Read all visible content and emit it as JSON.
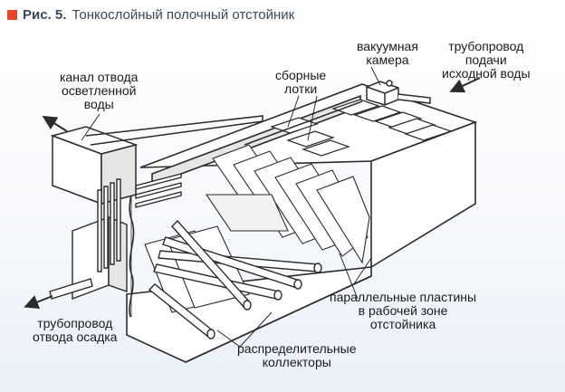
{
  "caption": {
    "marker_color": "#e4472a",
    "number": "Рис. 5.",
    "title": "Тонкослойный полочный отстойник"
  },
  "labels": {
    "vacuum_chamber": [
      "вакуумная",
      "камера"
    ],
    "inlet_pipe": [
      "трубопровод",
      "подачи",
      "исходной воды"
    ],
    "clarified_channel": [
      "канал отвода",
      "осветленной",
      "воды"
    ],
    "collecting_trays": [
      "сборные",
      "лотки"
    ],
    "sludge_pipe": [
      "трубопровод",
      "отвода осадка"
    ],
    "parallel_plates": [
      "параллельные пластины",
      "в рабочей зоне",
      "отстойника"
    ],
    "distribution_collectors": [
      "распределительные",
      "коллекторы"
    ]
  },
  "colors": {
    "line": "#2b2b2b",
    "fill_light": "#ffffff",
    "fill_shade": "#e6e6e6",
    "arrow": "#3a3a3a",
    "background_tint": "#eaf0f8"
  }
}
